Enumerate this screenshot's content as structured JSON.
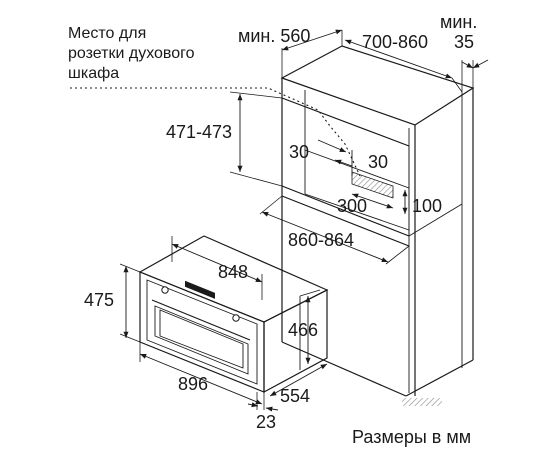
{
  "note": {
    "line1": "Место для",
    "line2": "розетки духового",
    "line3": "шкафа"
  },
  "dims": {
    "min_label_top": "мин. 560",
    "depth": "700-860",
    "min_label_right": "мин.",
    "gap_right": "35",
    "niche_height": "471-473",
    "offset_left": "30",
    "offset_right": "30",
    "socket_width": "300",
    "socket_offset": "100",
    "niche_width": "860-864",
    "inner_width": "848",
    "oven_height": "475",
    "inner_height": "466",
    "oven_width": "896",
    "oven_depth": "554",
    "front_thickness": "23"
  },
  "caption": "Размеры в мм"
}
